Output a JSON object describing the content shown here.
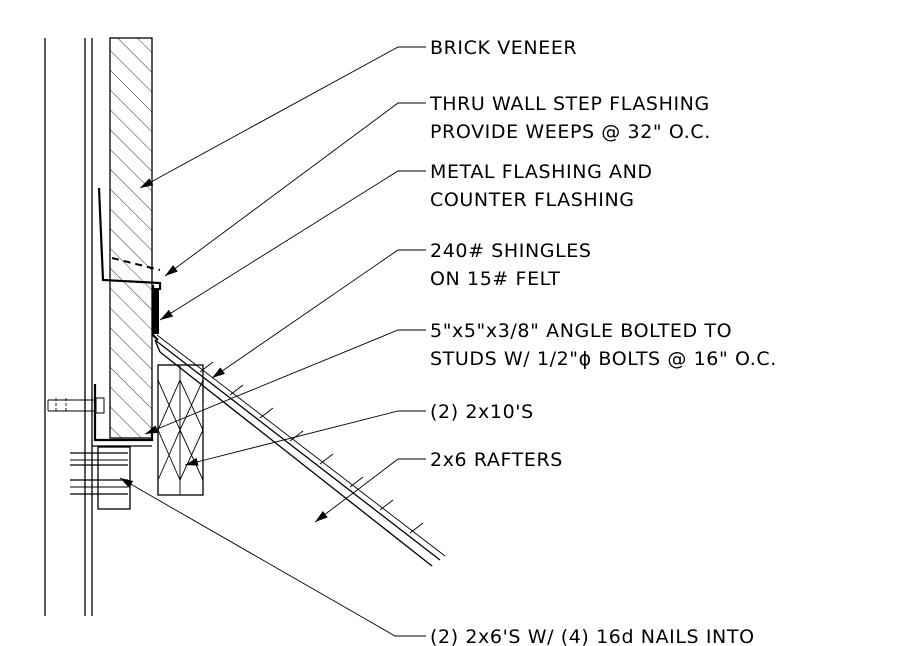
{
  "labels": {
    "brick_veneer": "BRICK VENEER",
    "step_flashing_1": "THRU WALL STEP FLASHING",
    "step_flashing_2": "PROVIDE WEEPS @ 32\" O.C.",
    "metal_flashing_1": "METAL FLASHING AND",
    "metal_flashing_2": "COUNTER FLASHING",
    "shingles_1": "240# SHINGLES",
    "shingles_2": "ON 15# FELT",
    "angle_1": "5\"x5\"x3/8\" ANGLE BOLTED TO",
    "angle_2": "STUDS W/ 1/2\"ϕ BOLTS @ 16\" O.C.",
    "two_2x10": "(2) 2x10'S",
    "rafters": "2x6 RAFTERS",
    "two_2x6": "(2) 2x6'S W/ (4) 16d NAILS INTO"
  },
  "colors": {
    "ink": "#000000",
    "background": "#ffffff"
  }
}
